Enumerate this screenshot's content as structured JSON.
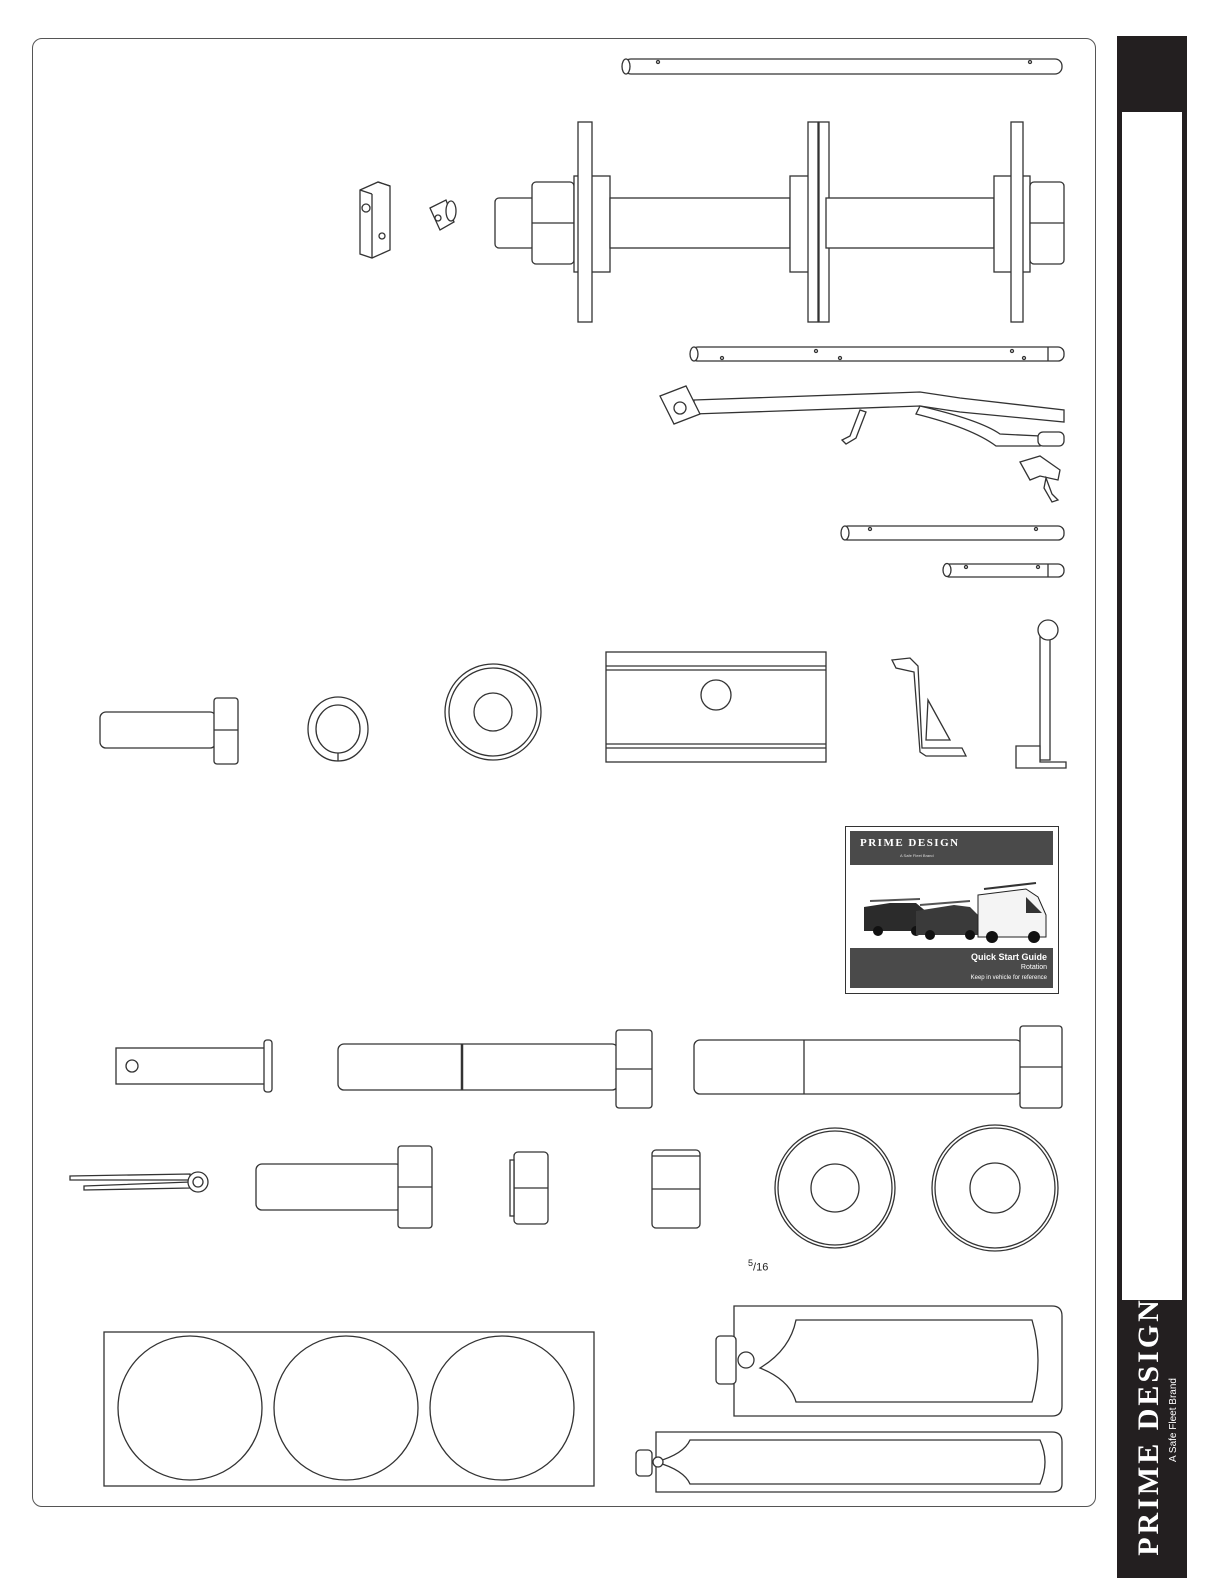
{
  "fraction": {
    "numerator": "5",
    "denominator": "16"
  },
  "side_brand": {
    "name": "PRIME DESIGN",
    "trademark": "™",
    "tagline": "A Safe Fleet Brand"
  },
  "quick_start_guide": {
    "brand": "PRIME DESIGN",
    "brand_tagline": "A Safe Fleet Brand",
    "title": "Quick Start Guide",
    "subtitle": "Rotation",
    "note": "Keep in vehicle for reference"
  },
  "colors": {
    "tab": "#231f20",
    "line": "#333333",
    "guide_band": "#4a4a4a"
  }
}
